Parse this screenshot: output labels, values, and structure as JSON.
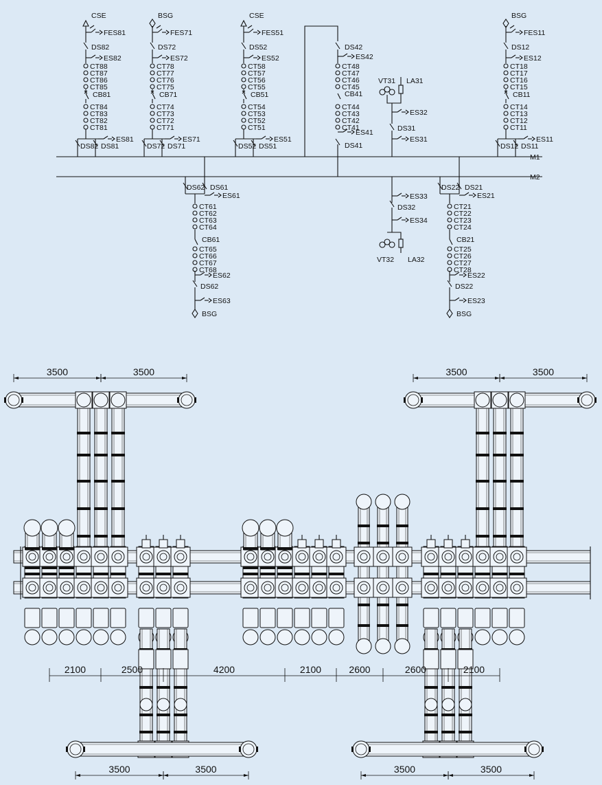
{
  "bays": [
    {
      "id": "b1",
      "source": "CSE",
      "fes": "FES81",
      "ds_top": "DS82",
      "es_top": "ES82",
      "cts_top": [
        "CT88",
        "CT87",
        "CT86",
        "CT85"
      ],
      "cb": "CB81",
      "cts_bot": [
        "CT84",
        "CT83",
        "CT82",
        "CT81"
      ],
      "es_bot": "ES81",
      "ds_bus_a": "DS82",
      "ds_bus_b": "DS81"
    },
    {
      "id": "b2",
      "source": "BSG",
      "fes": "FES71",
      "ds_top": "DS72",
      "es_top": "ES72",
      "cts_top": [
        "CT78",
        "CT77",
        "CT76",
        "CT75"
      ],
      "cb": "CB71",
      "cts_bot": [
        "CT74",
        "CT73",
        "CT72",
        "CT71"
      ],
      "es_bot": "ES71",
      "ds_bus_a": "DS72",
      "ds_bus_b": "DS71"
    },
    {
      "id": "b3",
      "source": "CSE",
      "fes": "FES51",
      "ds_top": "DS52",
      "es_top": "ES52",
      "cts_top": [
        "CT58",
        "CT57",
        "CT56",
        "CT55"
      ],
      "cb": "CB51",
      "cts_bot": [
        "CT54",
        "CT53",
        "CT52",
        "CT51"
      ],
      "es_bot": "ES51",
      "ds_bus_a": "DS52",
      "ds_bus_b": "DS51"
    },
    {
      "id": "b5",
      "source": "BSG",
      "fes": "FES11",
      "ds_top": "DS12",
      "es_top": "ES12",
      "cts_top": [
        "CT18",
        "CT17",
        "CT16",
        "CT15"
      ],
      "cb": "CB11",
      "cts_bot": [
        "CT14",
        "CT13",
        "CT12",
        "CT11"
      ],
      "es_bot": "ES11",
      "ds_bus_a": "DS12",
      "ds_bus_b": "DS11"
    }
  ],
  "coupler": {
    "ds_top": "DS42",
    "es_top": "ES42",
    "cts_top": [
      "CT48",
      "CT47",
      "CT46",
      "CT45"
    ],
    "cb": "CB41",
    "cts_bot": [
      "CT44",
      "CT43",
      "CT42",
      "CT41"
    ],
    "es_bot": "ES41",
    "ds_bot": "DS41"
  },
  "vt_top": {
    "vt": "VT31",
    "la": "LA31",
    "es_a": "ES32",
    "ds": "DS31",
    "es_b": "ES31"
  },
  "vt_bot": {
    "es_a": "ES33",
    "ds": "DS32",
    "es_b": "ES34",
    "vt": "VT32",
    "la": "LA32"
  },
  "busbars": {
    "m1": "M1",
    "m2": "M2"
  },
  "lower_bays": [
    {
      "id": "b6",
      "ds_bus_a": "DS62",
      "ds_bus_b": "DS61",
      "es_a": "ES61",
      "cts_top": [
        "CT61",
        "CT62",
        "CT63",
        "CT64"
      ],
      "cb": "CB61",
      "cts_bot": [
        "CT65",
        "CT66",
        "CT67",
        "CT68"
      ],
      "es_b": "ES62",
      "ds": "DS62",
      "es_c": "ES63",
      "dest": "BSG"
    },
    {
      "id": "b2b",
      "ds_bus_a": "DS22",
      "ds_bus_b": "DS21",
      "es_a": "ES21",
      "cts_top": [
        "CT21",
        "CT22",
        "CT23",
        "CT24"
      ],
      "cb": "CB21",
      "cts_bot": [
        "CT25",
        "CT26",
        "CT27",
        "CT28"
      ],
      "es_b": "ES22",
      "ds": "DS22",
      "es_c": "ES23",
      "dest": "BSG"
    }
  ],
  "dimensions": {
    "top_left": [
      "3500",
      "3500"
    ],
    "top_right": [
      "3500",
      "3500"
    ],
    "middle": [
      "2100",
      "2500",
      "4200",
      "2100",
      "2600",
      "2600",
      "2100"
    ],
    "bottom_left": [
      "3500",
      "3500"
    ],
    "bottom_right": [
      "3500",
      "3500"
    ]
  }
}
